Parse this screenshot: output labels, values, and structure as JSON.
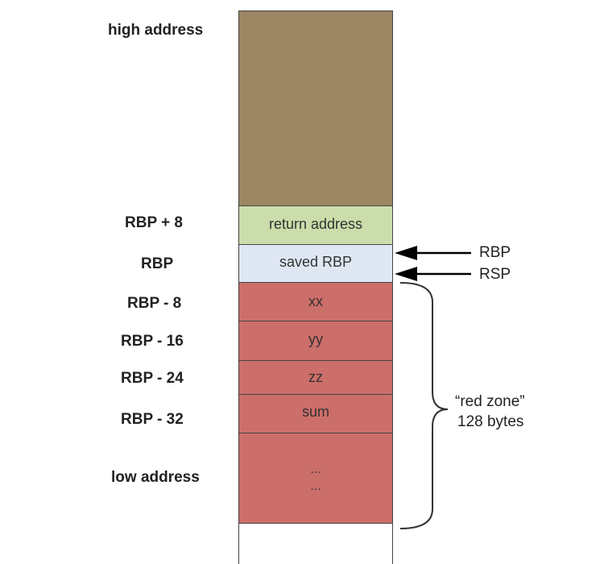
{
  "labels": {
    "high_address": "high address",
    "rbp_plus_8": "RBP + 8",
    "rbp": "RBP",
    "rbp_minus_8": "RBP - 8",
    "rbp_minus_16": "RBP - 16",
    "rbp_minus_24": "RBP - 24",
    "rbp_minus_32": "RBP - 32",
    "low_address": "low address"
  },
  "blocks": {
    "return_address": "return address",
    "saved_rbp": "saved RBP",
    "xx": "xx",
    "yy": "yy",
    "zz": "zz",
    "sum": "sum",
    "dots_1": "...",
    "dots_2": "..."
  },
  "pointers": {
    "rbp": "RBP",
    "rsp": "RSP"
  },
  "red_zone": {
    "label": "“red zone”",
    "size": "128 bytes"
  },
  "colors": {
    "upper_stack": "#9b8763",
    "return_address": "#cbddaa",
    "saved_rbp": "#dfe7f3",
    "red_zone": "#cc6e6a",
    "border": "#444444"
  }
}
